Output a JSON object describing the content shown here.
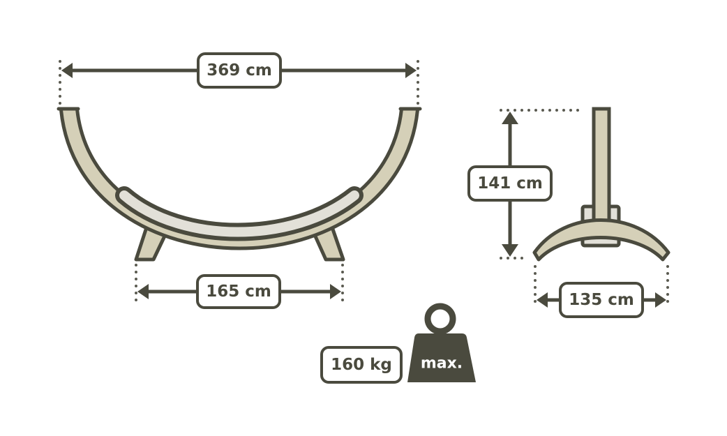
{
  "dimensions": {
    "frame_width": "369 cm",
    "base_width": "165 cm",
    "height": "141 cm",
    "depth": "135 cm",
    "max_load": "160 kg"
  },
  "weight_icon_label": "max.",
  "colors": {
    "outline": "#4a4a3e",
    "wood": "#d5d0b8",
    "cover": "#e2e0d8"
  }
}
